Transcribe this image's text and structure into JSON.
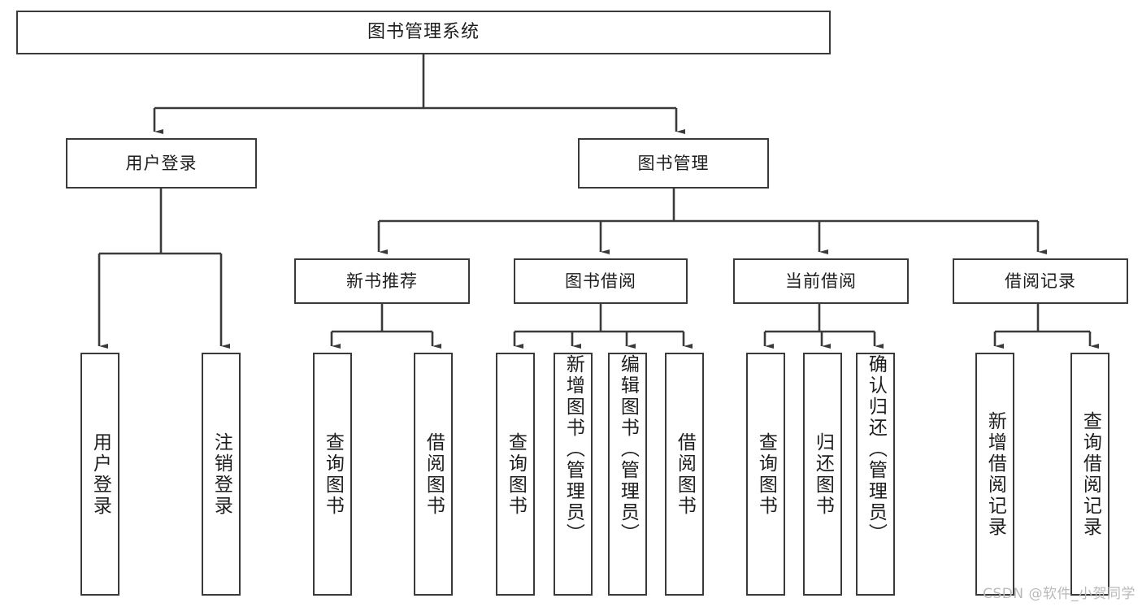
{
  "diagram": {
    "title": "图书管理系统",
    "type": "hierarchy-tree",
    "root": {
      "label": "图书管理系统"
    },
    "level2": [
      {
        "label": "用户登录"
      },
      {
        "label": "图书管理"
      }
    ],
    "level3": [
      {
        "label": "新书推荐"
      },
      {
        "label": "图书借阅"
      },
      {
        "label": "当前借阅"
      },
      {
        "label": "借阅记录"
      }
    ],
    "leaves": {
      "user_login": [
        {
          "label": "用户登录"
        },
        {
          "label": "注销登录"
        }
      ],
      "new_book_recommend": [
        {
          "label": "查询图书"
        },
        {
          "label": "借阅图书"
        }
      ],
      "book_borrow": [
        {
          "label": "查询图书"
        },
        {
          "label": "新增图书（管理员）"
        },
        {
          "label": "编辑图书（管理员）"
        },
        {
          "label": "借阅图书"
        }
      ],
      "current_borrow": [
        {
          "label": "查询图书"
        },
        {
          "label": "归还图书"
        },
        {
          "label": "确认归还（管理员）"
        }
      ],
      "borrow_record": [
        {
          "label": "新增借阅记录"
        },
        {
          "label": "查询借阅记录"
        }
      ]
    }
  },
  "watermark": {
    "text": "CSDN @软件_小贺同学"
  },
  "colors": {
    "stroke": "#3a3a3a",
    "text": "#1d1d1d",
    "background": "#ffffff",
    "watermark": "#b9b9b9"
  }
}
